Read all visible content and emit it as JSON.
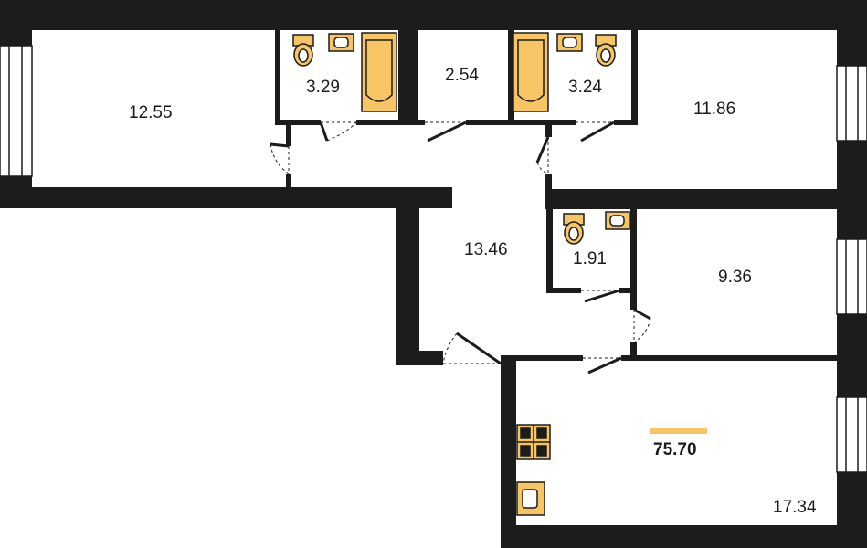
{
  "rooms": [
    {
      "id": "room-top-left",
      "area": "12.55"
    },
    {
      "id": "bathroom-left",
      "area": "3.29"
    },
    {
      "id": "storage",
      "area": "2.54"
    },
    {
      "id": "bathroom-right",
      "area": "3.24"
    },
    {
      "id": "room-top-right",
      "area": "11.86"
    },
    {
      "id": "hall",
      "area": "13.46"
    },
    {
      "id": "wc",
      "area": "1.91"
    },
    {
      "id": "room-middle-right",
      "area": "9.36"
    },
    {
      "id": "kitchen-living",
      "area": "17.34"
    }
  ],
  "total_area": "75.70",
  "colors": {
    "wall": "#1c1c1c",
    "fixture": "#f7c563",
    "fixture_stroke": "#1c1c1c",
    "accent_bar": "#f7c563"
  },
  "icons": [
    "bathtub-icon",
    "toilet-icon",
    "sink-icon",
    "stove-icon",
    "window-icon",
    "door-icon"
  ]
}
